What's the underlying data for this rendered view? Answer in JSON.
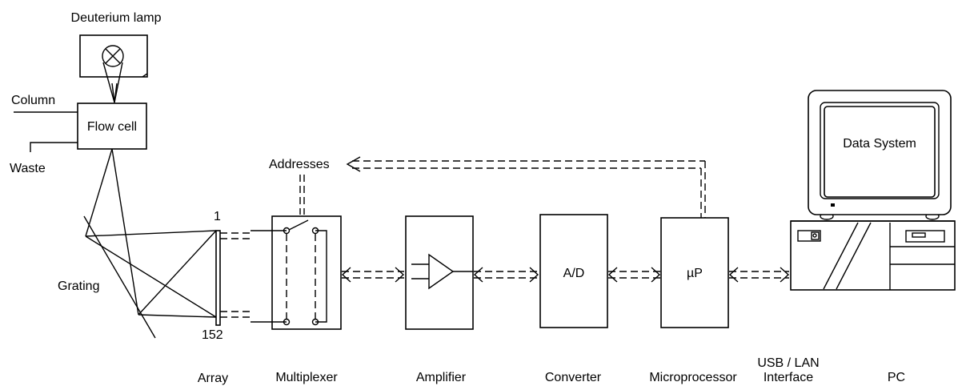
{
  "labels": {
    "deuterium_lamp": "Deuterium lamp",
    "column": "Column",
    "flow_cell": "Flow cell",
    "waste": "Waste",
    "grating": "Grating",
    "array_top": "1",
    "array_bottom": "152",
    "addresses": "Addresses",
    "ad": "A/D",
    "up": "µP",
    "data_system": "Data System",
    "usb_lan_line1": "USB / LAN",
    "usb_lan_line2": "Interface"
  },
  "captions": {
    "array": "Array",
    "multiplexer": "Multiplexer",
    "amplifier": "Amplifier",
    "converter": "Converter",
    "microprocessor": "Microprocessor",
    "pc": "PC"
  }
}
